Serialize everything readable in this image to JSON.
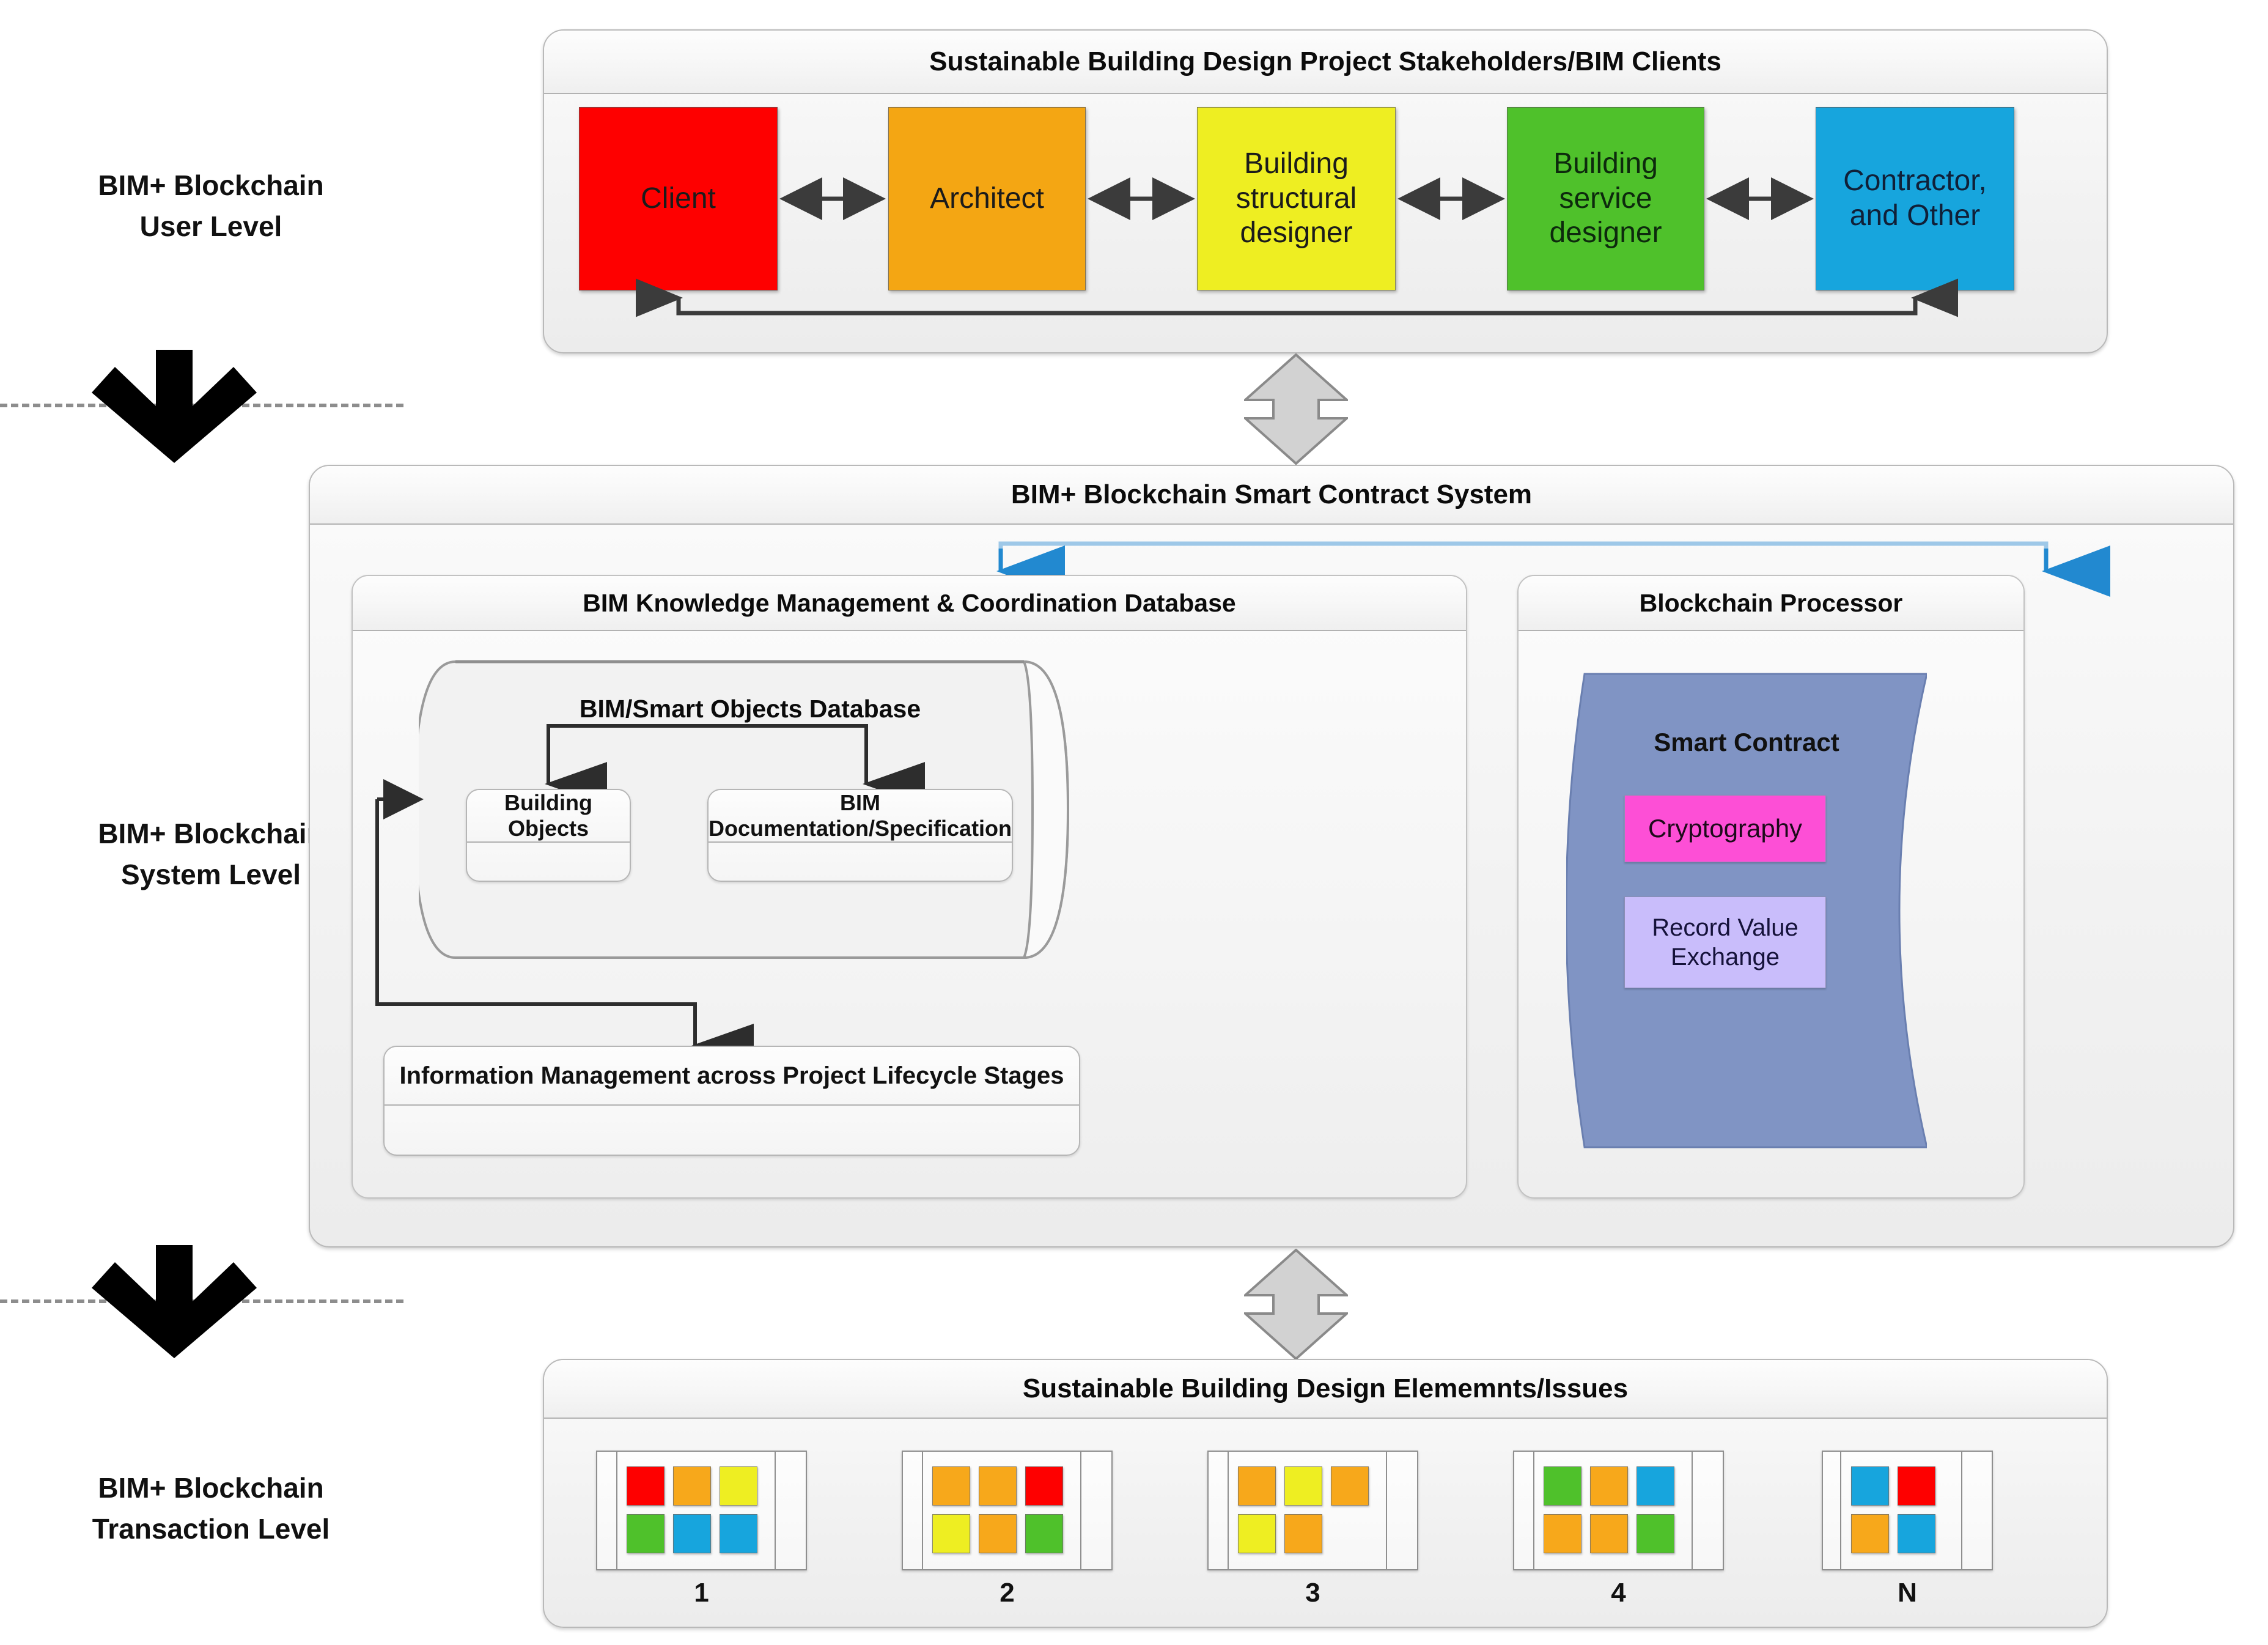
{
  "levels": [
    {
      "id": "user",
      "line1": "BIM+ Blockchain",
      "line2": "User Level"
    },
    {
      "id": "system",
      "line1": "BIM+ Blockchain",
      "line2": "System Level"
    },
    {
      "id": "transaction",
      "line1": "BIM+ Blockchain",
      "line2": "Transaction Level"
    }
  ],
  "user_level": {
    "panel_title": "Sustainable Building Design Project Stakeholders/BIM Clients",
    "stakeholders": [
      {
        "label": "Client",
        "color": "#fe0000",
        "text_color": "#1b1b1b"
      },
      {
        "label": "Architect",
        "color": "#f4a613",
        "text_color": "#1b1b1b"
      },
      {
        "label": "Building structural designer",
        "color": "#eeee22",
        "text_color": "#1b1b1b"
      },
      {
        "label": "Building service designer",
        "color": "#4fc12b",
        "text_color": "#0d2a0d"
      },
      {
        "label": "Contractor, and Other",
        "color": "#17a5dd",
        "text_color": "#102038"
      }
    ]
  },
  "system_level": {
    "panel_title": "BIM+ Blockchain Smart Contract System",
    "database_panel": {
      "title": "BIM Knowledge Management & Coordination Database",
      "cylinder_label": "BIM/Smart Objects Database",
      "objects": [
        {
          "label": "Building Objects"
        },
        {
          "label": "BIM Documentation/Specification"
        }
      ],
      "lifecycle_box": "Information Management across Project Lifecycle Stages"
    },
    "processor_panel": {
      "title": "Blockchain Processor",
      "smart_contract_title": "Smart Contract",
      "flag_color": "#8094c4",
      "chips": [
        {
          "label": "Cryptography",
          "color": "#fd4fd6",
          "text_color": "#1d0a1a"
        },
        {
          "label": "Record Value Exchange",
          "color": "#c9bdfb",
          "text_color": "#15123a"
        }
      ]
    }
  },
  "transaction_level": {
    "panel_title": "Sustainable Building Design Elememnts/Issues",
    "palette": {
      "red": "#fe0000",
      "orange": "#f7a81b",
      "yellow": "#eeee22",
      "green": "#4fc12b",
      "blue": "#17a5dd"
    },
    "groups": [
      {
        "caption": "1",
        "cols": 3,
        "tiles": [
          "red",
          "orange",
          "yellow",
          "green",
          "blue",
          "blue"
        ]
      },
      {
        "caption": "2",
        "cols": 3,
        "tiles": [
          "orange",
          "orange",
          "red",
          "yellow",
          "orange",
          "green"
        ]
      },
      {
        "caption": "3",
        "cols": 3,
        "tiles": [
          "orange",
          "yellow",
          "orange",
          "yellow",
          "orange",
          "empty"
        ]
      },
      {
        "caption": "4",
        "cols": 3,
        "tiles": [
          "green",
          "orange",
          "blue",
          "orange",
          "orange",
          "green"
        ]
      },
      {
        "caption": "N",
        "cols": 2,
        "tiles": [
          "blue",
          "red",
          "orange",
          "blue"
        ]
      }
    ]
  },
  "connectors": {
    "grey_double_arrow": "double-headed-vertical-arrow",
    "blue_fork": "blue-branching-arrow",
    "peer_arrow": "bidirectional-arrow",
    "feedback_arrow": "feedback-loop-arrow"
  }
}
